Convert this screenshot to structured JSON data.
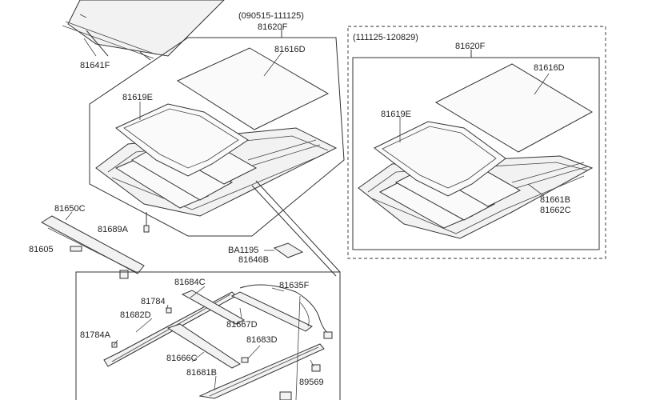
{
  "diagram": {
    "left_variant": {
      "date_range": "(090515-111125)",
      "assembly": "81620F"
    },
    "right_variant": {
      "date_range": "(111125-120829)",
      "assembly": "81620F"
    },
    "labels": {
      "p81641F": "81641F",
      "p81616D_left": "81616D",
      "p81619E_left": "81619E",
      "p81689A": "81689A",
      "p81650C": "81650C",
      "p81605": "81605",
      "p81616D_right": "81616D",
      "p81619E_right": "81619E",
      "p81661B": "81661B",
      "p81662C": "81662C",
      "pBA1195": "BA1195",
      "p81646B": "81646B",
      "p81684C": "81684C",
      "p81635F": "81635F",
      "p81784": "81784",
      "p81682D": "81682D",
      "p81667D": "81667D",
      "p81784A": "81784A",
      "p81683D": "81683D",
      "p81666C": "81666C",
      "p81681B": "81681B",
      "p89569": "89569"
    }
  }
}
